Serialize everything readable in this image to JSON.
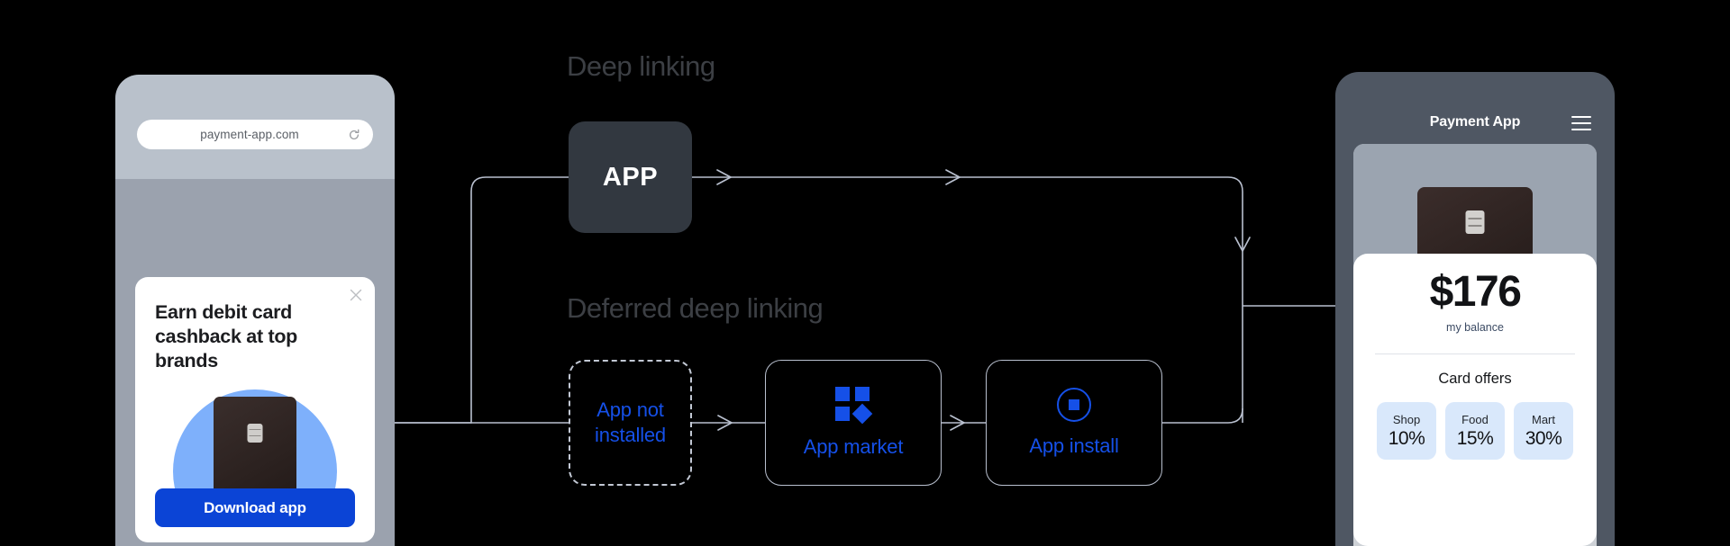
{
  "colors": {
    "background": "#000000",
    "accent_blue": "#1550e8",
    "button_blue": "#0b44d6",
    "line": "#b9c0cf",
    "section_label": "#3c3f44",
    "offer_chip": "#d9e8fb"
  },
  "left_phone": {
    "browser": {
      "url": "payment-app.com",
      "reload_icon": "reload-icon"
    },
    "promo": {
      "close_icon": "close-icon",
      "title": "Earn debit card cashback at top brands",
      "cta_label": "Download app",
      "art": "debit-card-illustration"
    }
  },
  "flow": {
    "sections": [
      {
        "id": "deep",
        "label": "Deep linking"
      },
      {
        "id": "deferred",
        "label": "Deferred deep linking"
      }
    ],
    "nodes": [
      {
        "id": "app",
        "label": "APP",
        "style": "filled-dark"
      },
      {
        "id": "not_installed",
        "label": "App not installed",
        "style": "dashed-outline"
      },
      {
        "id": "app_market",
        "label": "App market",
        "icon": "grid-squares-icon",
        "style": "outline"
      },
      {
        "id": "app_install",
        "label": "App install",
        "icon": "circle-square-icon",
        "style": "outline"
      }
    ]
  },
  "right_phone": {
    "header": {
      "title": "Payment App",
      "menu_icon": "hamburger-menu-icon"
    },
    "hero": "debit-card-image",
    "balance": {
      "amount": "$176",
      "label": "my balance"
    },
    "offers": {
      "title": "Card offers",
      "items": [
        {
          "name": "Shop",
          "percent": "10%"
        },
        {
          "name": "Food",
          "percent": "15%"
        },
        {
          "name": "Mart",
          "percent": "30%"
        }
      ]
    }
  }
}
